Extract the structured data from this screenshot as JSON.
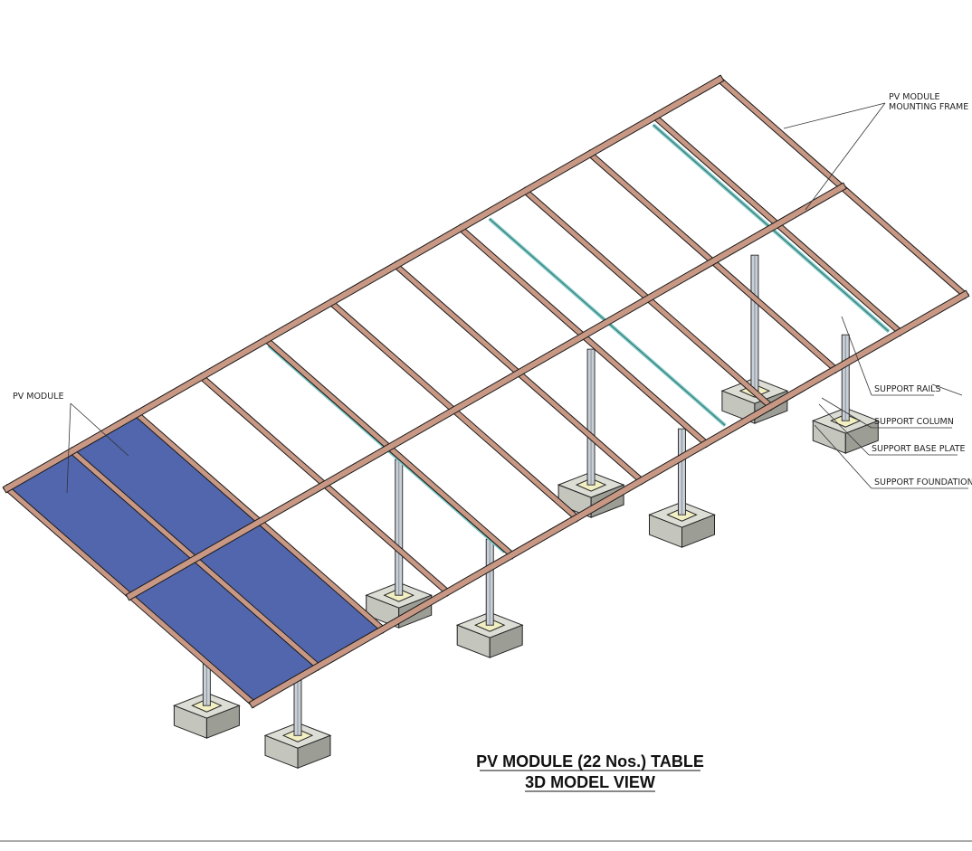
{
  "title": {
    "line1": "PV MODULE (22 Nos.) TABLE",
    "line2": "3D MODEL VIEW"
  },
  "labels": {
    "pv_module": "PV MODULE",
    "frame_line1": "PV MODULE",
    "frame_line2": "MOUNTING FRAME",
    "support_rails": "SUPPORT RAILS",
    "support_column": "SUPPORT COLUMN",
    "support_base_plate": "SUPPORT BASE PLATE",
    "support_foundation": "SUPPORT FOUNDATION"
  },
  "structure": {
    "module_bays": 11,
    "module_rows": 2,
    "modules_shown_installed": 4,
    "support_pairs": 4
  },
  "colors": {
    "module_fill": "#5166ad",
    "frame_beam": "#c89884",
    "rail": "#7ec9c6",
    "column": "#c9cfd6",
    "foundation": "#c4c6be",
    "base_plate": "#f2efc2"
  }
}
